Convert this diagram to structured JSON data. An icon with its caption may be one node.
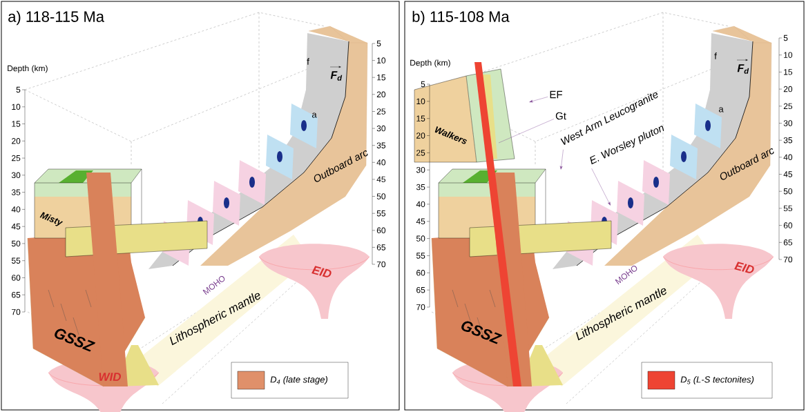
{
  "diagram": {
    "nodes": [
      {
        "text": [
          "EF"
        ]
      },
      {
        "text": [
          "Gt"
        ]
      },
      {
        "text": [
          "West Arm Leucogranite"
        ]
      },
      {
        "text": [
          "E. Worsley pluton"
        ]
      }
    ],
    "edges": [
      {
        "from": 0,
        "to": null,
        "arrow": "to"
      },
      {
        "from": 1,
        "to": null,
        "arrow": "none"
      },
      {
        "from": 2,
        "to": null,
        "arrow": "to"
      },
      {
        "from": 3,
        "to": null,
        "arrow": "to"
      }
    ],
    "labels": [
      "a) 118-115 Ma",
      "Depth (km)",
      "5",
      "10",
      "15",
      "20",
      "25",
      "30",
      "35",
      "40",
      "45",
      "50",
      "55",
      "60",
      "65",
      "70",
      "5",
      "10",
      "15",
      "20",
      "25",
      "30",
      "35",
      "40",
      "45",
      "50",
      "55",
      "60",
      "65",
      "70",
      "f",
      "F$_{d}$",
      "a",
      "Outboard arc",
      "Misty",
      "GSSZ",
      "MOHO",
      "Lithospheric mantle",
      "WID",
      "EID",
      "b) 115-108 Ma",
      "Depth (km)",
      "5",
      "10",
      "15",
      "20",
      "25",
      "30",
      "35",
      "40",
      "45",
      "50",
      "55",
      "60",
      "65",
      "70",
      "5",
      "10",
      "15",
      "20",
      "25",
      "30",
      "35",
      "40",
      "45",
      "50",
      "55",
      "60",
      "65",
      "70",
      "f",
      "F$_{d}$",
      "a",
      "Outboard arc",
      "Walkers",
      "GSSZ",
      "MOHO",
      "Lithospheric mantle",
      "EID"
    ],
    "legend": [
      {
        "text": "D$_{4}$ (late stage)",
        "color": "#e0906a"
      },
      {
        "text": "D$_{5}$ (L-S tectonites)",
        "color": "#ee4433"
      }
    ]
  }
}
